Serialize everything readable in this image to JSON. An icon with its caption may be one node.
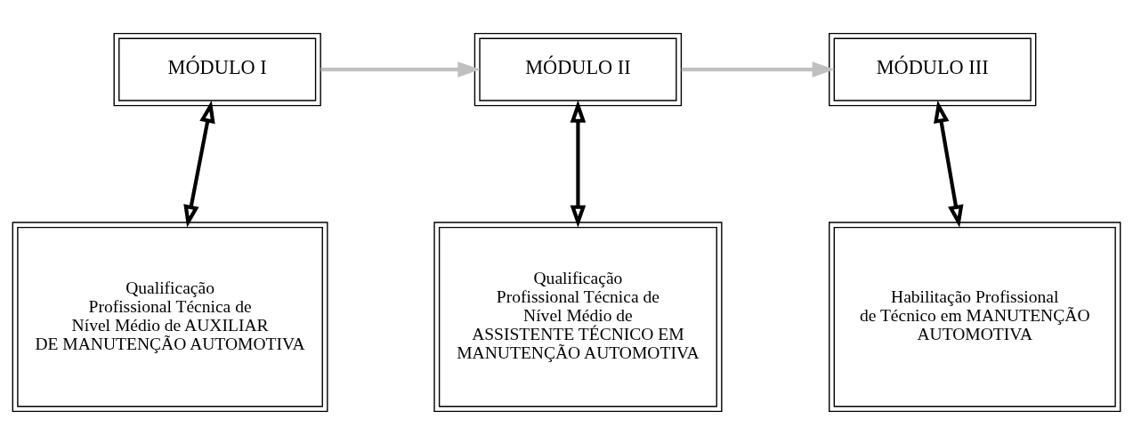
{
  "diagram": {
    "nodes": [
      {
        "text": [
          "MÓDULO I"
        ]
      },
      {
        "text": [
          "MÓDULO II"
        ]
      },
      {
        "text": [
          "MÓDULO III"
        ]
      },
      {
        "text": [
          "Qualificação Profissional Técnica de Nível Médio de AUXILIAR DE MANUTENÇÃO AUTOMOTIVA"
        ]
      },
      {
        "text": [
          "Qualificação Profissional Técnica de Nível Médio de ASSISTENTE TÉCNICO EM MANUTENÇÃO AUTOMOTIVA"
        ]
      },
      {
        "text": [
          "Habilitação Profissional de Técnico em MANUTENÇÃO AUTOMOTIVA"
        ]
      }
    ],
    "edges": [
      {
        "from": 0,
        "to": 1,
        "arrow": "to",
        "color": "#c0c0c0"
      },
      {
        "from": 1,
        "to": 2,
        "arrow": "to",
        "color": "#c0c0c0"
      },
      {
        "from": 0,
        "to": 3,
        "arrow": "both"
      },
      {
        "from": 1,
        "to": 4,
        "arrow": "both"
      },
      {
        "from": 2,
        "to": 5,
        "arrow": "both"
      }
    ]
  }
}
